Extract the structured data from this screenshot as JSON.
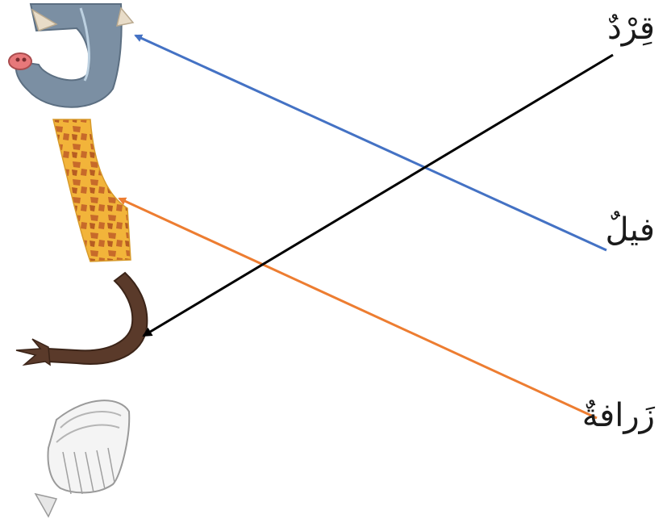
{
  "words": [
    {
      "id": "qird",
      "text": "قِرْدٌ"
    },
    {
      "id": "fil",
      "text": "فيلٌ"
    },
    {
      "id": "zarafa",
      "text": "زَرافةٌ"
    }
  ],
  "pictures": [
    {
      "icon": "elephant-trunk-icon"
    },
    {
      "icon": "giraffe-neck-icon"
    },
    {
      "icon": "monkey-tail-icon"
    },
    {
      "icon": "bird-wing-icon"
    }
  ],
  "connections": [
    {
      "from": "fil",
      "to": "elephant-trunk-icon",
      "color": "#4472c4"
    },
    {
      "from": "zarafa",
      "to": "giraffe-neck-icon",
      "color": "#ed7d31"
    },
    {
      "from": "qird",
      "to": "monkey-tail-icon",
      "color": "#000000"
    }
  ]
}
